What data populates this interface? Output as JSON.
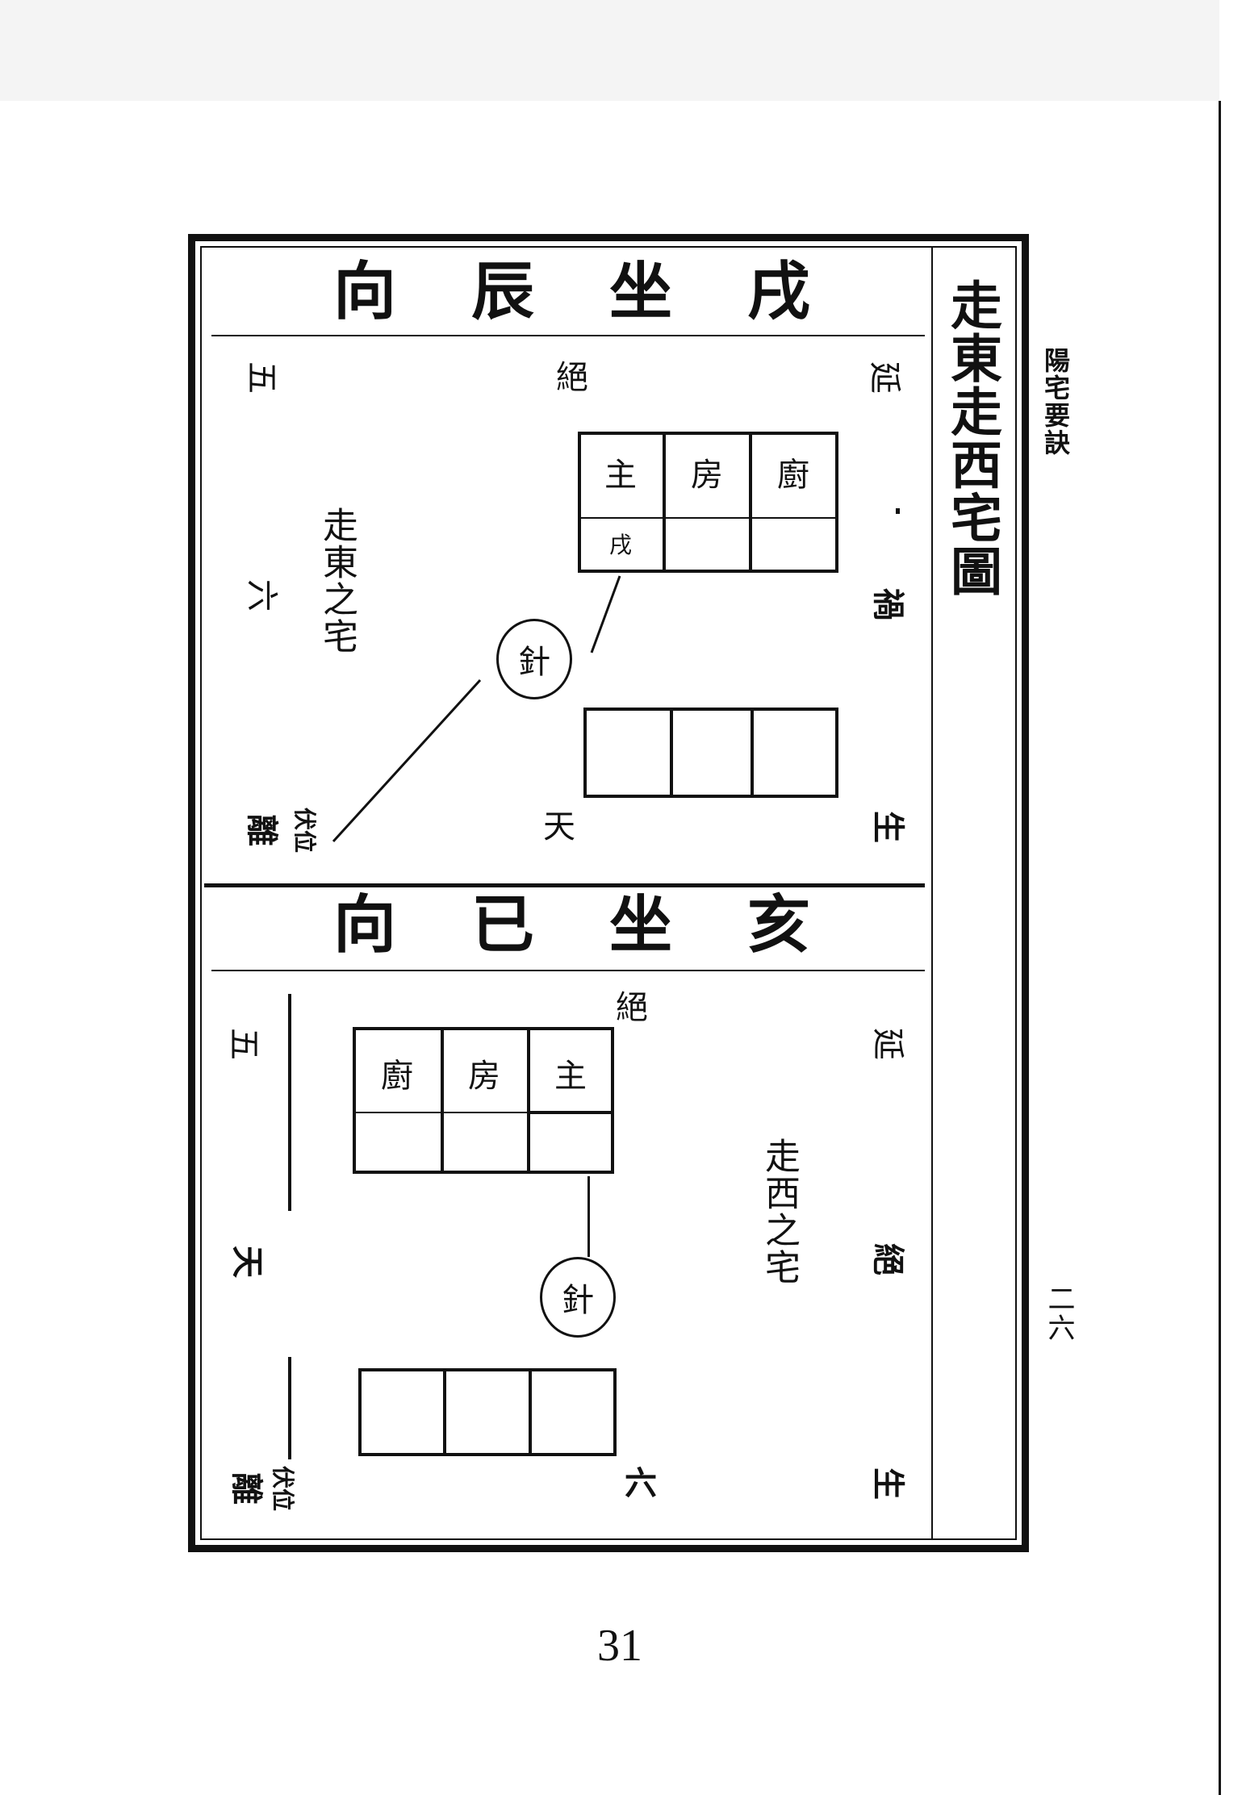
{
  "running_title": "陽宅要訣",
  "folio": "二六",
  "page_number": "31",
  "figure_title": "走東走西宅圖",
  "top": {
    "header": [
      "向",
      "辰",
      "坐",
      "戌"
    ],
    "house_label": "走東之宅",
    "rooms_top": [
      "主",
      "房",
      "廚"
    ],
    "room_sub": "戌",
    "needle": "針",
    "labels": {
      "wu": "五",
      "jue": "絕",
      "yan": "延",
      "liu": "六",
      "huo": "禍",
      "tian": "天",
      "sheng": "生",
      "li": "離",
      "fuwei": "伏位"
    }
  },
  "bottom": {
    "header": [
      "向",
      "已",
      "坐",
      "亥"
    ],
    "house_label": "走西之宅",
    "rooms_top": [
      "廚",
      "房",
      "主"
    ],
    "needle": "針",
    "labels": {
      "wu": "五",
      "jue": "絕",
      "yan": "延",
      "tian": "天",
      "jue2": "絕",
      "liu": "六",
      "sheng": "生",
      "li": "離",
      "fuwei": "伏位"
    }
  }
}
